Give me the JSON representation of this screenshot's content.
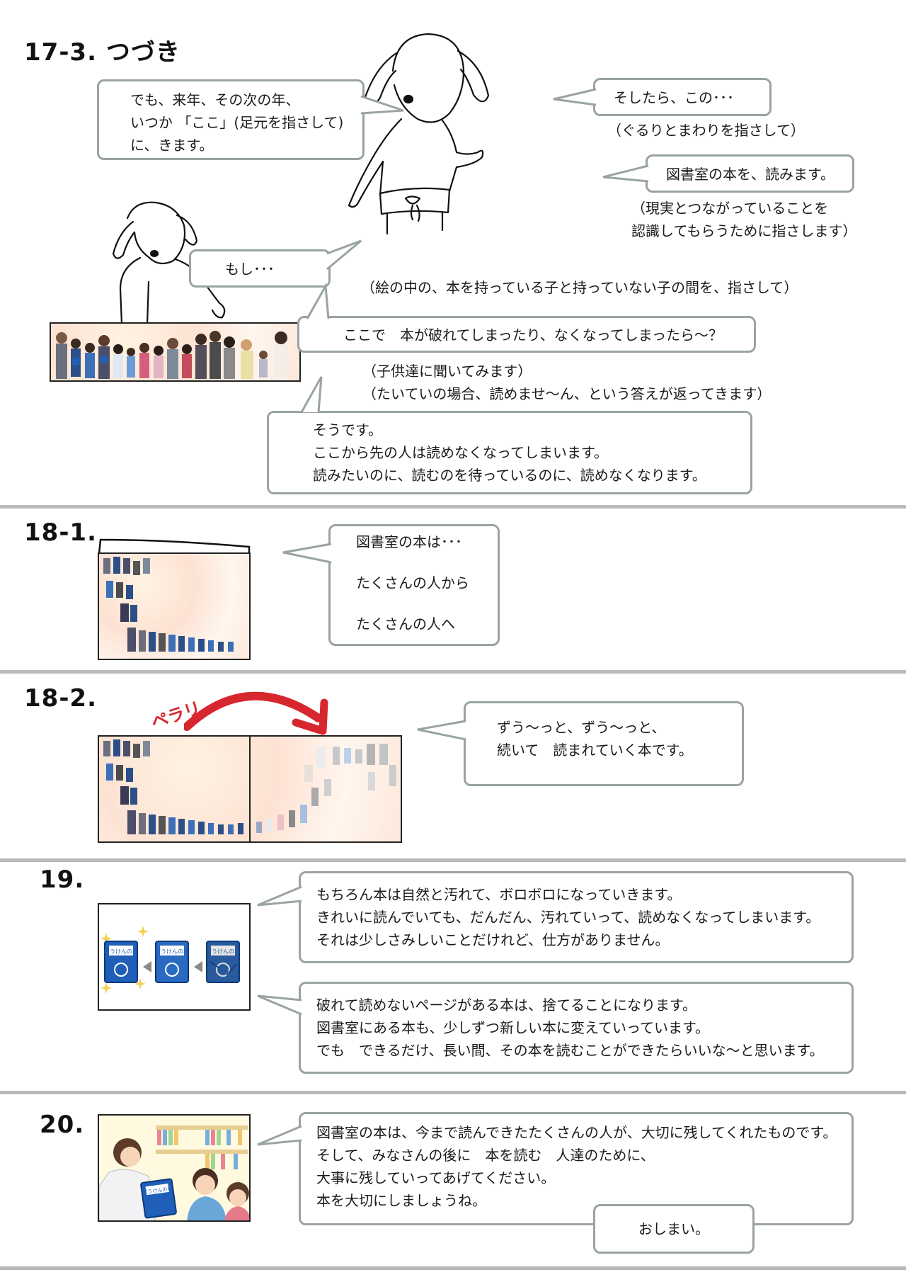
{
  "s17": {
    "num": "17-3. つづき",
    "b1": [
      "でも、来年、その次の年、",
      "いつか 「ここ」(足元を指さして)",
      "に、きます。"
    ],
    "b2": "そしたら、この･･･",
    "n2": "（ぐるりとまわりを指さして）",
    "b3": "図書室の本を、読みます。",
    "n3": [
      "（現実とつながっていることを",
      "認識してもらうために指さします）"
    ],
    "b4": "もし･･･",
    "n4": "（絵の中の、本を持っている子と持っていない子の間を、指さして）",
    "b5": "ここで　本が破れてしまったり、なくなってしまったら～？",
    "n5": [
      "（子供達に聞いてみます）",
      "（たいていの場合、読めませ～ん、という答えが返ってきます）"
    ],
    "b6": [
      "そうです。",
      "ここから先の人は読めなくなってしまいます。",
      "読みたいのに、読むのを待っているのに、読めなくなります。"
    ]
  },
  "s18_1": {
    "num": "18-1.",
    "b1": [
      "図書室の本は･･･",
      "たくさんの人から",
      "たくさんの人へ"
    ]
  },
  "s18_2": {
    "num": "18-2.",
    "flip": "ペラリ",
    "b1": [
      "ずう～っと、ずう～っと、",
      "続いて　読まれていく本です。"
    ]
  },
  "s19": {
    "num": "19.",
    "book_title": "ぼうけんの本",
    "b1": [
      "もちろん本は自然と汚れて、ボロボロになっていきます。",
      "きれいに読んでいても、だんだん、汚れていって、読めなくなってしまいます。",
      "それは少しさみしいことだけれど、仕方がありません。"
    ],
    "b2": [
      "破れて読めないページがある本は、捨てることになります。",
      "図書室にある本も、少しずつ新しい本に変えていっています。",
      "でも　できるだけ、長い間、その本を読むことができたらいいな～と思います。"
    ]
  },
  "s20": {
    "num": "20.",
    "book_title": "ぼうけんの本",
    "b1": [
      "図書室の本は、今まで読んできたたくさんの人が、大切に残してくれたものです。",
      "そして、みなさんの後に　本を読む　人達のために、",
      "大事に残していってあげてください。",
      "本を大切にしましょうね。"
    ],
    "b2": "おしまい。"
  },
  "colors": {
    "bubble_border": "#9aa3a3",
    "divider": "#b9b9b9",
    "arrow": "#d8262e",
    "book_blue": "#1f5fb8"
  }
}
